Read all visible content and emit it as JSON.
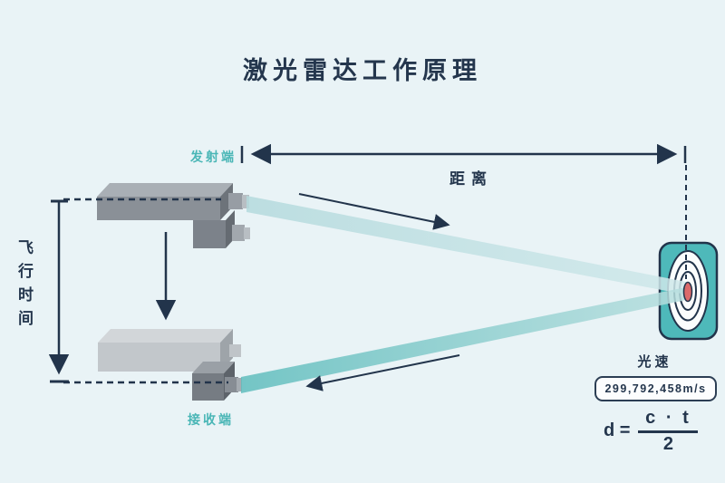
{
  "title": "激光雷达工作原理",
  "diagram": {
    "transmitter_label": "发射端",
    "receiver_label": "接收端",
    "distance_label": "距离",
    "flight_time_label": "飞行时间",
    "light_speed_label": "光速",
    "light_speed_value": "299,792,458m/s",
    "formula": {
      "lhs": "d =",
      "numerator": "c · t",
      "denominator": "2"
    }
  },
  "icons": [
    "distance-double-arrow-icon",
    "flight-time-arrow-icon",
    "down-arrow-icon",
    "outgoing-beam-arrow-icon",
    "return-beam-arrow-icon",
    "target-icon"
  ],
  "colors": {
    "background": "#e9f3f6",
    "ink": "#24364d",
    "teal_accent": "#49b6b6",
    "target_fill": "#4eb9ba",
    "target_center_red": "#db6a6a",
    "beam_outgoing": "#c5e3e3",
    "beam_return": "#85cbca",
    "device_gray_dark": "#8a9097",
    "device_gray_light": "#c2c7cb"
  }
}
